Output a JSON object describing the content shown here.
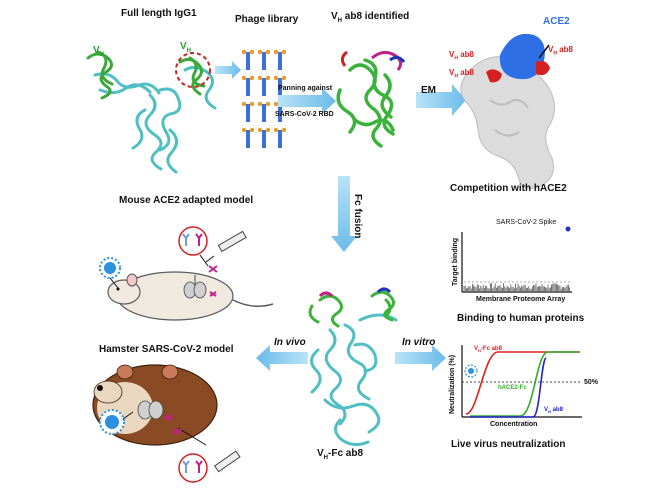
{
  "labels": {
    "full_length": "Full length IgG1",
    "vh_left": "V",
    "vh_right": "V",
    "vh_sub": "H",
    "phage_library": "Phage library",
    "vh_ab8_identified_pre": "V",
    "vh_ab8_identified_post": " ab8 identified",
    "panning_line1": "Panning against",
    "panning_line2": "SARS-CoV-2 RBD",
    "em": "EM",
    "ace2": "ACE2",
    "vh_ab8_right_1": "ab8",
    "vh_ab8_right_2": "ab8",
    "competition": "Competition with hACE2",
    "fc_fusion": "Fc fusion",
    "mouse_model": "Mouse ACE2 adapted model",
    "sars_spike": "SARS-CoV-2 Spike",
    "target_binding": "Target binding",
    "membrane_array": "Membrane Proteome Array",
    "binding_human": "Binding to human proteins",
    "hamster_model": "Hamster SARS-CoV-2 model",
    "in_vivo": "In vivo",
    "in_vitro": "In vitro",
    "neutralization": "Neutralization (%)",
    "vhfc_curve": "Fc ab8",
    "hace2fc_curve": "hACE2-Fc",
    "vh_curve": "ab8",
    "fifty": "50%",
    "concentration": "Concentration",
    "vhfc_bottom": "-Fc ab8",
    "live_virus": "Live virus neutralization"
  },
  "colors": {
    "cyan_protein": "#6fd3d6",
    "green_protein": "#3bb33b",
    "arrow": "#7cc4ee",
    "red_curve": "#e02020",
    "green_curve": "#2bb02b",
    "blue_curve": "#2222cc",
    "ace2_blue": "#2f6fe6",
    "ab8_red": "#d42020"
  }
}
